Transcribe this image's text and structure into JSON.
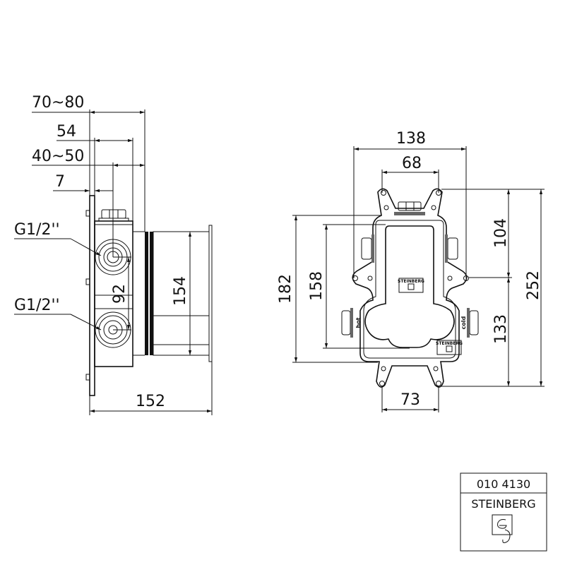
{
  "side_view": {
    "dims": {
      "d70_80": "70~80",
      "d54": "54",
      "d40_50": "40~50",
      "d7": "7",
      "d92": "92",
      "d154": "154",
      "d152": "152"
    },
    "thread_top": "G1/2''",
    "thread_bottom": "G1/2''"
  },
  "front_view": {
    "dims": {
      "d138": "138",
      "d68": "68",
      "d182": "182",
      "d158": "158",
      "d104": "104",
      "d133": "133",
      "d252": "252",
      "d73": "73"
    },
    "brand_mark": "STEINBERG",
    "hot_label": "hot",
    "cold_label": "cold"
  },
  "title_block": {
    "article_number": "010 4130",
    "brand": "STEINBERG"
  }
}
